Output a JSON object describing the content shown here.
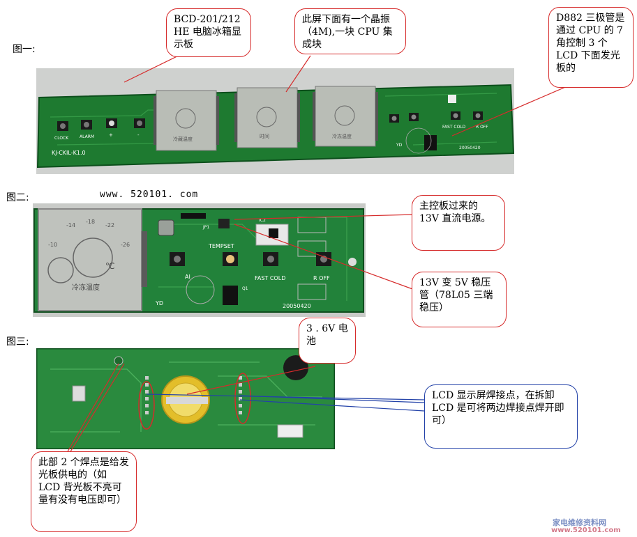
{
  "figures": {
    "fig1": "图一:",
    "fig2": "图二:",
    "fig3": "图三:"
  },
  "website": "www. 520101. com",
  "callouts": {
    "board": "BCD-201/212 HE 电脑冰箱显示板",
    "crystal": "此屏下面有一个晶振（4M),一块 CPU 集成块",
    "d882": "D882 三极管是通过 CPU 的 7 角控制 3 个 LCD 下面发光板的",
    "power13v": "主控板过来的 13V 直流电源。",
    "regulator": "13V 变 5V 稳压管（78L05 三端稳压）",
    "battery": "3 . 6V 电池",
    "lcd_joints": "LCD 显示屏焊接点，在拆卸 LCD 是可将两边焊接点焊开即可）",
    "backlight": "此部 2 个焊点是给发光板供电的（如 LCD 背光板不亮可量有没有电压即可）"
  },
  "board1": {
    "buttons": [
      "CLOCK",
      "ALARM",
      "+",
      "-"
    ],
    "lcd_labels": [
      "冷藏温度",
      "时间",
      "冷冻温度"
    ],
    "model": "KJ-CKIL-K1.0",
    "keys_right": [
      "FAST COLD",
      "R OFF"
    ],
    "date": "20050420",
    "yd": "YD"
  },
  "board2": {
    "lcd_ticks": [
      "-14",
      "-18",
      "-22",
      "-10",
      "-26"
    ],
    "unit": "℃",
    "lcd_label": "冷冻温度",
    "labels": [
      "TEMPSET",
      "FAST COLD",
      "R OFF",
      "AI",
      "YD",
      "IC2",
      "JP1",
      "Q1"
    ],
    "date": "20050420"
  },
  "watermark": {
    "cn": "家电维修资料网",
    "url": "www.520101.com"
  }
}
